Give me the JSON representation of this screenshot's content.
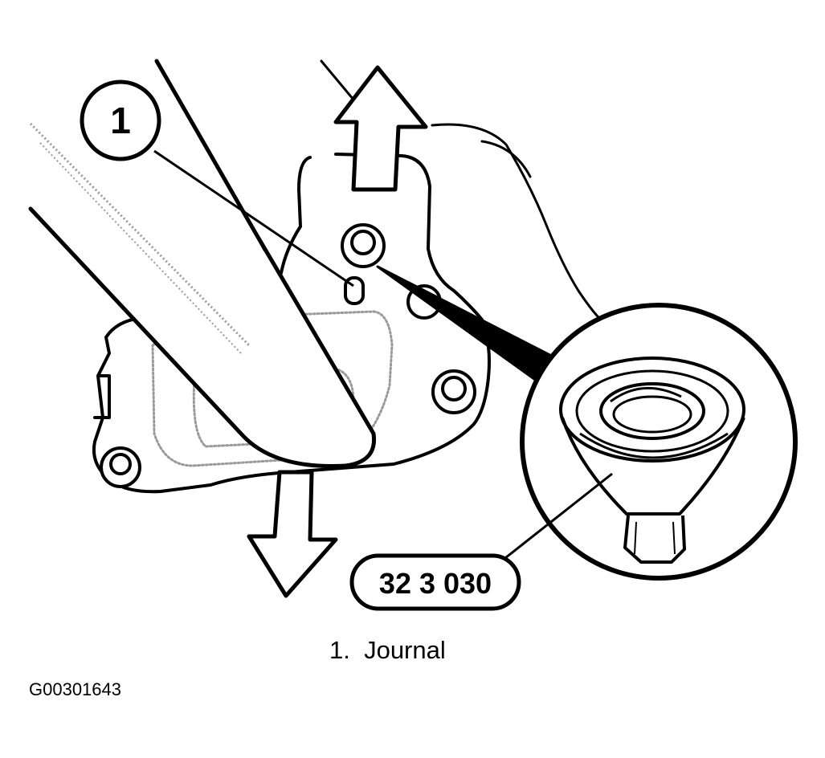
{
  "diagram": {
    "callout_number": "1",
    "tool_label": "32 3 030",
    "caption": "1.  Journal",
    "figure_id": "G00301643"
  },
  "colors": {
    "ink": "#000000",
    "paper": "#ffffff",
    "halftone": "#9a9a9a"
  },
  "icons": {
    "pull_up": "arrow-up-icon",
    "pull_down": "arrow-down-icon"
  }
}
